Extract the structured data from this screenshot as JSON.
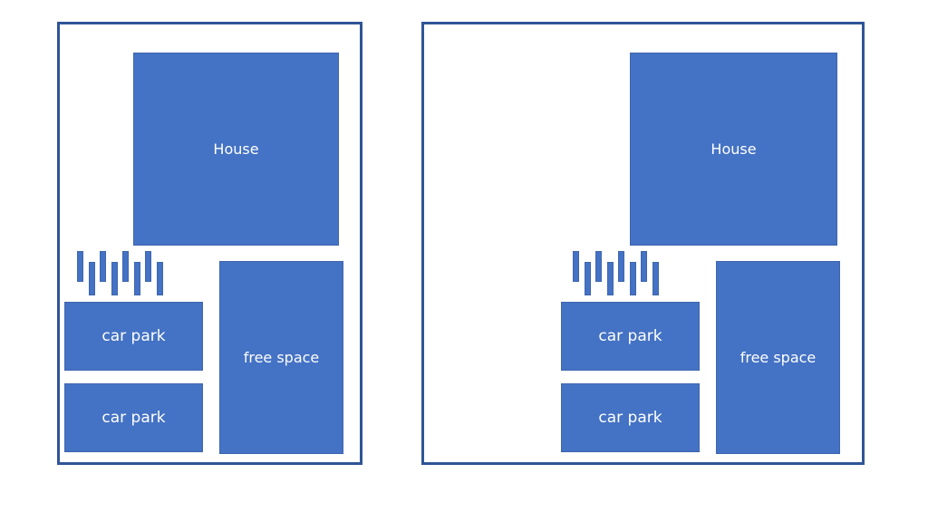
{
  "plots": [
    {
      "house_label": "House",
      "car_park_top_label": "car park",
      "car_park_bottom_label": "car park",
      "free_space_label": "free space",
      "block_color": "#4472c4",
      "border_color": "#2f5597"
    },
    {
      "house_label": "House",
      "car_park_top_label": "car park",
      "car_park_bottom_label": "car park",
      "free_space_label": "free space",
      "block_color": "#4472c4",
      "border_color": "#2f5597"
    }
  ],
  "divider_bar_count": 8
}
